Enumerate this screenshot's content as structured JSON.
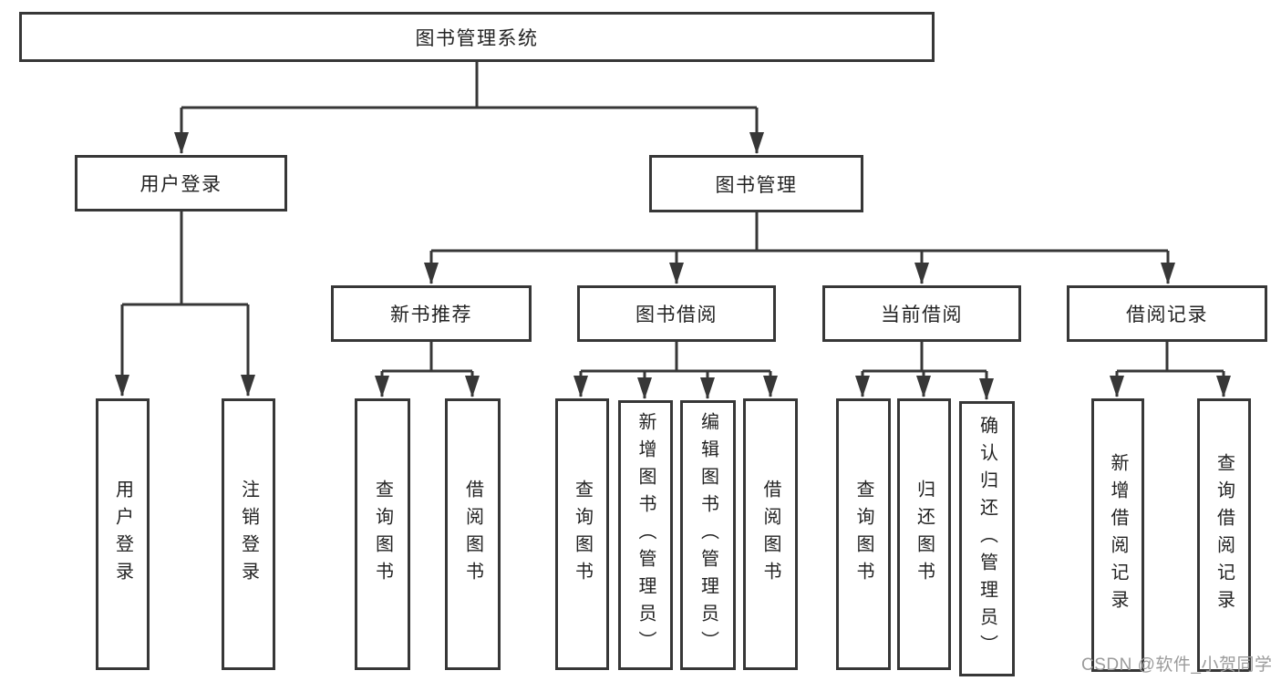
{
  "title": {
    "label": "图书管理系统"
  },
  "branches": {
    "user_login": {
      "label": "用户登录",
      "children": [
        "用户登录",
        "注销登录"
      ]
    },
    "book_management": {
      "label": "图书管理",
      "sections": {
        "new_book_recommend": {
          "label": "新书推荐",
          "children": [
            "查询图书",
            "借阅图书"
          ]
        },
        "book_borrowing": {
          "label": "图书借阅",
          "children": [
            "查询图书",
            "新增图书（管理员）",
            "编辑图书（管理员）",
            "借阅图书"
          ]
        },
        "current_borrowing": {
          "label": "当前借阅",
          "children": [
            "查询图书",
            "归还图书",
            "确认归还（管理员）"
          ]
        },
        "borrowing_records": {
          "label": "借阅记录",
          "children": [
            "新增借阅记录",
            "查询借阅记录"
          ]
        }
      }
    }
  },
  "watermark": {
    "text": "CSDN @软件_小贺同学"
  },
  "colors": {
    "line": "#373737",
    "box_border": "#373737",
    "box_fill": "#ffffff",
    "text": "#232323",
    "watermark": "#9b9b9b",
    "background": "#ffffff"
  }
}
